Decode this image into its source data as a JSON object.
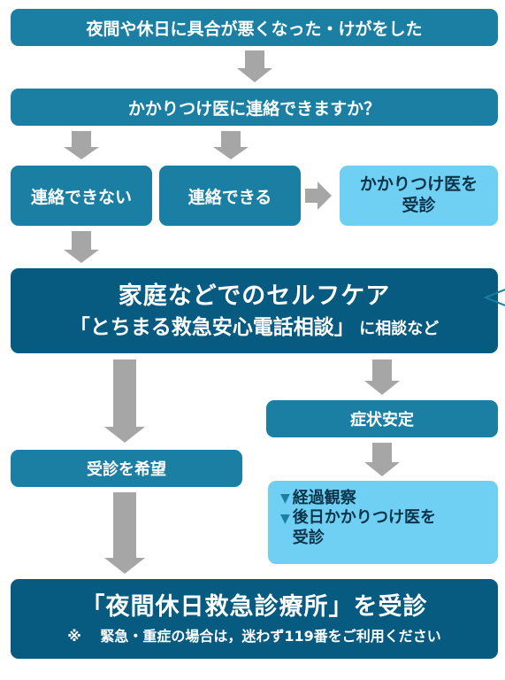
{
  "flow": {
    "step1": "夜間や休日に具合が悪くなった・けがをした",
    "step2": "かかりつけ医に連絡できますか？",
    "no_contact": "連絡できない",
    "can_contact": "連絡できる",
    "family_doctor_line1": "かかりつけ医を",
    "family_doctor_line2": "受診",
    "selfcare_title": "家庭などでのセルフケア",
    "selfcare_service": "「とちまる救急安心電話相談」",
    "selfcare_suffix": "に相談など",
    "stable": "症状安定",
    "want_visit": "受診を希望",
    "observe_bullet1": "経過観察",
    "observe_bullet2_line1": "後日かかりつけ医を",
    "observe_bullet2_line2": "受診",
    "bullet_glyph": "▼",
    "final_title": "「夜間休日救急診療所」を受診",
    "final_note_mark": "※",
    "final_note": "緊急・重症の場合は，迷わず119番をご利用ください"
  },
  "colors": {
    "teal": "#1a7fa3",
    "dark": "#075a80",
    "light": "#6fd0f4",
    "arrow": "#a6a6a6"
  }
}
